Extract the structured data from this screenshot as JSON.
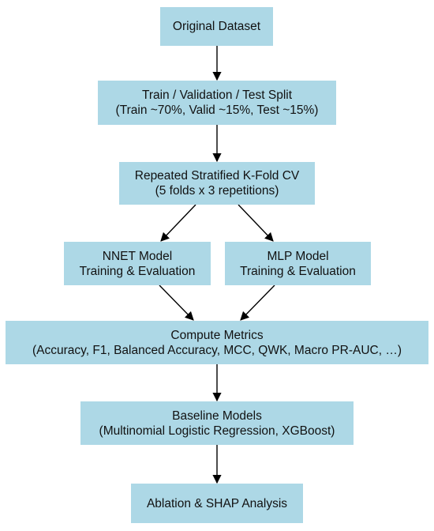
{
  "nodes": {
    "original": {
      "line1": "Original Dataset"
    },
    "split": {
      "line1": "Train / Validation / Test Split",
      "line2": "(Train ~70%, Valid ~15%, Test ~15%)"
    },
    "cv": {
      "line1": "Repeated Stratified K-Fold CV",
      "line2": "(5 folds x 3 repetitions)"
    },
    "nnet": {
      "line1": "NNET Model",
      "line2": "Training & Evaluation"
    },
    "mlp": {
      "line1": "MLP Model",
      "line2": "Training & Evaluation"
    },
    "metrics": {
      "line1": "Compute Metrics",
      "line2": "(Accuracy, F1, Balanced Accuracy, MCC, QWK, Macro PR-AUC, …)"
    },
    "baseline": {
      "line1": "Baseline Models",
      "line2": "(Multinomial Logistic Regression, XGBoost)"
    },
    "ablation": {
      "line1": "Ablation & SHAP Analysis"
    }
  },
  "colors": {
    "node_fill": "#add8e6",
    "edge": "#000000",
    "text": "#111111"
  }
}
